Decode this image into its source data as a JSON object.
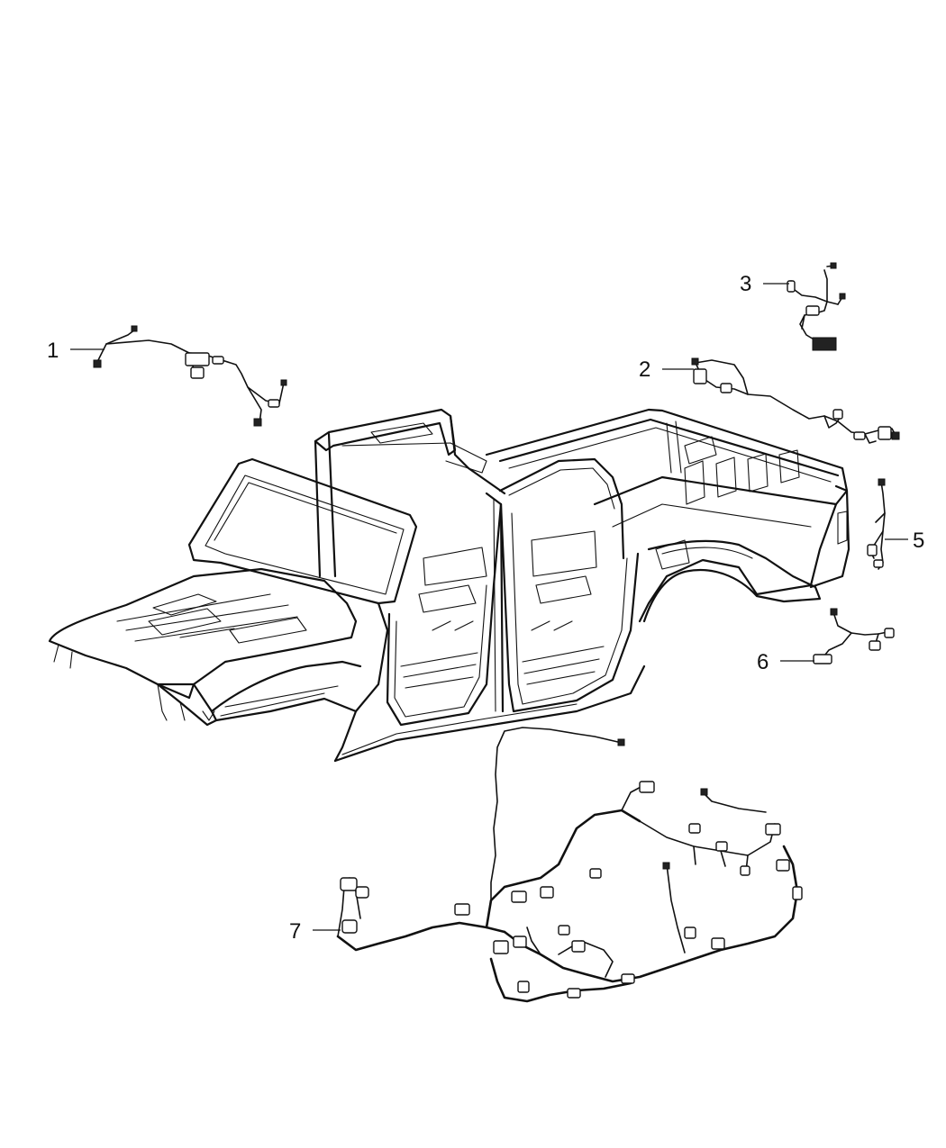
{
  "callouts": [
    {
      "id": "1",
      "label": "1"
    },
    {
      "id": "2",
      "label": "2"
    },
    {
      "id": "3",
      "label": "3"
    },
    {
      "id": "5",
      "label": "5"
    },
    {
      "id": "6",
      "label": "6"
    },
    {
      "id": "7",
      "label": "7"
    }
  ],
  "parts": {
    "body": {
      "icon": "truck-body-shell"
    },
    "harness_1": {
      "icon": "wiring-harness"
    },
    "harness_2": {
      "icon": "wiring-harness"
    },
    "harness_3": {
      "icon": "wiring-harness"
    },
    "harness_5": {
      "icon": "wiring-harness"
    },
    "harness_6": {
      "icon": "wiring-harness"
    },
    "harness_7": {
      "icon": "wiring-harness"
    }
  }
}
